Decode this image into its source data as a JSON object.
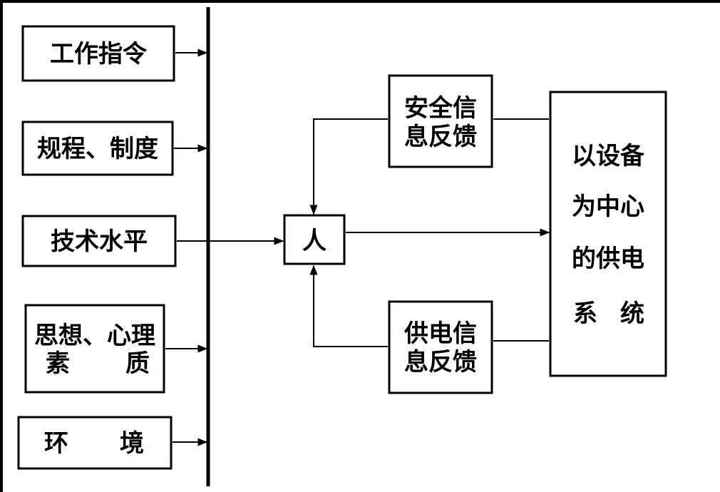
{
  "inputs": {
    "work_instruction": "工作指令",
    "rules_system": "规程、制度",
    "skill_level": "技术水平",
    "mental_quality_line1": "思想、心理",
    "mental_quality_line2_a": "素",
    "mental_quality_line2_b": "质",
    "environment_a": "环",
    "environment_b": "境"
  },
  "center": {
    "person": "人"
  },
  "feedback": {
    "safety_line1": "安全信",
    "safety_line2": "息反馈",
    "supply_line1": "供电信",
    "supply_line2": "息反馈"
  },
  "system": {
    "line1": "以设备",
    "line2": "为中心",
    "line3": "的供电",
    "line4_a": "系",
    "line4_b": "统"
  }
}
